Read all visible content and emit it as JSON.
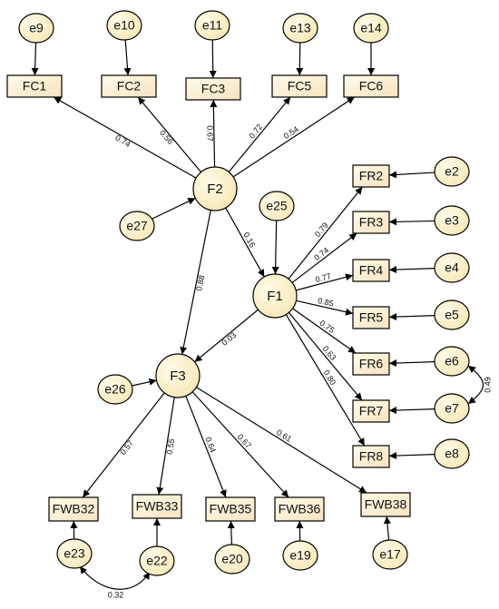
{
  "nodes": [
    {
      "id": "e9",
      "label": "e9",
      "shape": "ellipse"
    },
    {
      "id": "e10",
      "label": "e10",
      "shape": "ellipse"
    },
    {
      "id": "e11",
      "label": "e11",
      "shape": "ellipse"
    },
    {
      "id": "e13",
      "label": "e13",
      "shape": "ellipse"
    },
    {
      "id": "e14",
      "label": "e14",
      "shape": "ellipse"
    },
    {
      "id": "FC1",
      "label": "FC1",
      "shape": "rect"
    },
    {
      "id": "FC2",
      "label": "FC2",
      "shape": "rect"
    },
    {
      "id": "FC3",
      "label": "FC3",
      "shape": "rect"
    },
    {
      "id": "FC5",
      "label": "FC5",
      "shape": "rect"
    },
    {
      "id": "FC6",
      "label": "FC6",
      "shape": "rect"
    },
    {
      "id": "F2",
      "label": "F2",
      "shape": "circle"
    },
    {
      "id": "e27",
      "label": "e27",
      "shape": "ellipse"
    },
    {
      "id": "e25",
      "label": "e25",
      "shape": "ellipse"
    },
    {
      "id": "F1",
      "label": "F1",
      "shape": "circle"
    },
    {
      "id": "F3",
      "label": "F3",
      "shape": "circle"
    },
    {
      "id": "e26",
      "label": "e26",
      "shape": "ellipse"
    },
    {
      "id": "FR2",
      "label": "FR2",
      "shape": "rect"
    },
    {
      "id": "FR3",
      "label": "FR3",
      "shape": "rect"
    },
    {
      "id": "FR4",
      "label": "FR4",
      "shape": "rect"
    },
    {
      "id": "FR5",
      "label": "FR5",
      "shape": "rect"
    },
    {
      "id": "FR6",
      "label": "FR6",
      "shape": "rect"
    },
    {
      "id": "FR7",
      "label": "FR7",
      "shape": "rect"
    },
    {
      "id": "FR8",
      "label": "FR8",
      "shape": "rect"
    },
    {
      "id": "e2",
      "label": "e2",
      "shape": "ellipse"
    },
    {
      "id": "e3",
      "label": "e3",
      "shape": "ellipse"
    },
    {
      "id": "e4",
      "label": "e4",
      "shape": "ellipse"
    },
    {
      "id": "e5",
      "label": "e5",
      "shape": "ellipse"
    },
    {
      "id": "e6",
      "label": "e6",
      "shape": "ellipse"
    },
    {
      "id": "e7",
      "label": "e7",
      "shape": "ellipse"
    },
    {
      "id": "e8",
      "label": "e8",
      "shape": "ellipse"
    },
    {
      "id": "FWB32",
      "label": "FWB32",
      "shape": "rect"
    },
    {
      "id": "FWB33",
      "label": "FWB33",
      "shape": "rect"
    },
    {
      "id": "FWB35",
      "label": "FWB35",
      "shape": "rect"
    },
    {
      "id": "FWB36",
      "label": "FWB36",
      "shape": "rect"
    },
    {
      "id": "FWB38",
      "label": "FWB38",
      "shape": "rect"
    },
    {
      "id": "e23",
      "label": "e23",
      "shape": "ellipse"
    },
    {
      "id": "e22",
      "label": "e22",
      "shape": "ellipse"
    },
    {
      "id": "e20",
      "label": "e20",
      "shape": "ellipse"
    },
    {
      "id": "e19",
      "label": "e19",
      "shape": "ellipse"
    },
    {
      "id": "e17",
      "label": "e17",
      "shape": "ellipse"
    }
  ],
  "edges": [
    {
      "from": "e9",
      "to": "FC1",
      "label": ""
    },
    {
      "from": "e10",
      "to": "FC2",
      "label": ""
    },
    {
      "from": "e11",
      "to": "FC3",
      "label": ""
    },
    {
      "from": "e13",
      "to": "FC5",
      "label": ""
    },
    {
      "from": "e14",
      "to": "FC6",
      "label": ""
    },
    {
      "from": "F2",
      "to": "FC1",
      "label": "0.74"
    },
    {
      "from": "F2",
      "to": "FC2",
      "label": "0.56"
    },
    {
      "from": "F2",
      "to": "FC3",
      "label": "0.67"
    },
    {
      "from": "F2",
      "to": "FC5",
      "label": "0.72"
    },
    {
      "from": "F2",
      "to": "FC6",
      "label": "0.54"
    },
    {
      "from": "e27",
      "to": "F2",
      "label": ""
    },
    {
      "from": "F2",
      "to": "F1",
      "label": "0.16"
    },
    {
      "from": "F2",
      "to": "F3",
      "label": "0.88"
    },
    {
      "from": "e25",
      "to": "F1",
      "label": ""
    },
    {
      "from": "F1",
      "to": "FR2",
      "label": "0.79"
    },
    {
      "from": "F1",
      "to": "FR3",
      "label": "0.74"
    },
    {
      "from": "F1",
      "to": "FR4",
      "label": "0.77"
    },
    {
      "from": "F1",
      "to": "FR5",
      "label": "0.85"
    },
    {
      "from": "F1",
      "to": "FR6",
      "label": "0.75"
    },
    {
      "from": "F1",
      "to": "FR7",
      "label": "0.63"
    },
    {
      "from": "F1",
      "to": "FR8",
      "label": "0.80"
    },
    {
      "from": "F1",
      "to": "F3",
      "label": "0.03"
    },
    {
      "from": "e2",
      "to": "FR2",
      "label": ""
    },
    {
      "from": "e3",
      "to": "FR3",
      "label": ""
    },
    {
      "from": "e4",
      "to": "FR4",
      "label": ""
    },
    {
      "from": "e5",
      "to": "FR5",
      "label": ""
    },
    {
      "from": "e6",
      "to": "FR6",
      "label": ""
    },
    {
      "from": "e7",
      "to": "FR7",
      "label": ""
    },
    {
      "from": "e8",
      "to": "FR8",
      "label": ""
    },
    {
      "from": "e26",
      "to": "F3",
      "label": ""
    },
    {
      "from": "F3",
      "to": "FWB32",
      "label": "0.57"
    },
    {
      "from": "F3",
      "to": "FWB33",
      "label": "0.55"
    },
    {
      "from": "F3",
      "to": "FWB35",
      "label": "0.64"
    },
    {
      "from": "F3",
      "to": "FWB36",
      "label": "0.67"
    },
    {
      "from": "F3",
      "to": "FWB38",
      "label": "0.61"
    },
    {
      "from": "e23",
      "to": "FWB32",
      "label": ""
    },
    {
      "from": "e22",
      "to": "FWB33",
      "label": ""
    },
    {
      "from": "e20",
      "to": "FWB35",
      "label": ""
    },
    {
      "from": "e19",
      "to": "FWB36",
      "label": ""
    },
    {
      "from": "e17",
      "to": "FWB38",
      "label": ""
    }
  ],
  "covariances": [
    {
      "a": "e6",
      "b": "e7",
      "label": "0.49"
    },
    {
      "a": "e23",
      "b": "e22",
      "label": "0.32"
    }
  ],
  "colors": {
    "fill_light": "#fffbe8",
    "fill_dark": "#f7e7b4",
    "stroke": "#000000"
  }
}
